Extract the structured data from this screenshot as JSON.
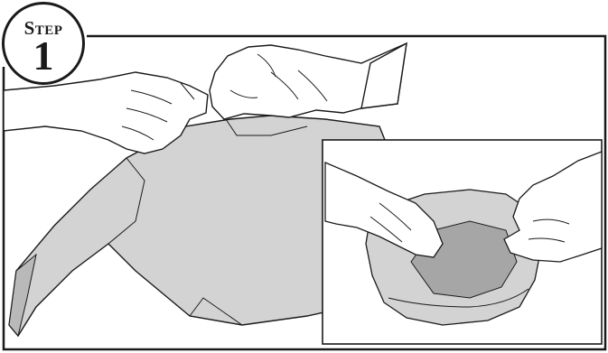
{
  "step": {
    "label": "Step",
    "number": "1"
  },
  "illustration": {
    "main": "hands-gripping-sheet-edges",
    "inset": "hands-folding-sheet-corners"
  },
  "colors": {
    "line": "#1a1a1a",
    "sheet": "#d3d3d3",
    "sheet_shadow": "#b9b9b9",
    "inset_inner": "#a6a6a6",
    "paper": "#ffffff"
  }
}
